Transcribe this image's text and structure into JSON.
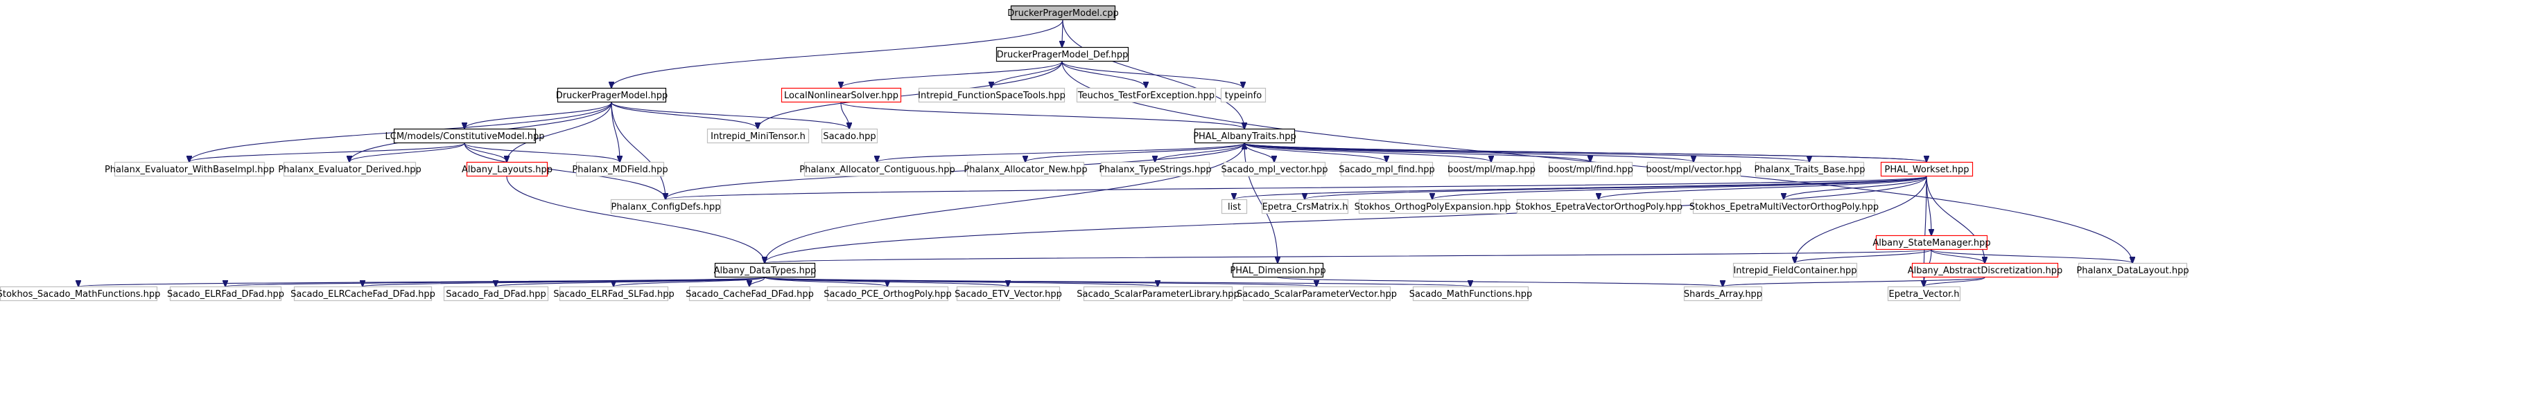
{
  "colors": {
    "edge": "#191970",
    "root_fill": "#bfbfbf",
    "documented_border": "#000000",
    "incomplete_border": "#ff0000",
    "external_border": "#bfbfbf"
  },
  "nodes": [
    {
      "id": "root",
      "label": "DruckerPragerModel.cpp",
      "style": "root"
    },
    {
      "id": "def_hpp",
      "label": "DruckerPragerModel_Def.hpp",
      "style": "doc"
    },
    {
      "id": "model_hpp",
      "label": "DruckerPragerModel.hpp",
      "style": "doc"
    },
    {
      "id": "lns",
      "label": "LocalNonlinearSolver.hpp",
      "style": "red"
    },
    {
      "id": "intrepid_fst",
      "label": "Intrepid_FunctionSpaceTools.hpp",
      "style": "ext"
    },
    {
      "id": "teuchos_tfe",
      "label": "Teuchos_TestForException.hpp",
      "style": "ext"
    },
    {
      "id": "typeinfo",
      "label": "typeinfo",
      "style": "ext"
    },
    {
      "id": "lcm_cm",
      "label": "LCM/models/ConstitutiveModel.hpp",
      "style": "doc"
    },
    {
      "id": "intrepid_mini",
      "label": "Intrepid_MiniTensor.h",
      "style": "ext"
    },
    {
      "id": "sacado_hpp",
      "label": "Sacado.hpp",
      "style": "ext"
    },
    {
      "id": "phal_traits",
      "label": "PHAL_AlbanyTraits.hpp",
      "style": "doc"
    },
    {
      "id": "pe_wbi",
      "label": "Phalanx_Evaluator_WithBaseImpl.hpp",
      "style": "ext"
    },
    {
      "id": "pe_derived",
      "label": "Phalanx_Evaluator_Derived.hpp",
      "style": "ext"
    },
    {
      "id": "albany_layouts",
      "label": "Albany_Layouts.hpp",
      "style": "red"
    },
    {
      "id": "phx_mdfield",
      "label": "Phalanx_MDField.hpp",
      "style": "ext"
    },
    {
      "id": "phx_alloc_contig",
      "label": "Phalanx_Allocator_Contiguous.hpp",
      "style": "ext"
    },
    {
      "id": "phx_alloc_new",
      "label": "Phalanx_Allocator_New.hpp",
      "style": "ext"
    },
    {
      "id": "phx_typestrings",
      "label": "Phalanx_TypeStrings.hpp",
      "style": "ext"
    },
    {
      "id": "sacado_mpl_vector",
      "label": "Sacado_mpl_vector.hpp",
      "style": "ext"
    },
    {
      "id": "sacado_mpl_find",
      "label": "Sacado_mpl_find.hpp",
      "style": "ext"
    },
    {
      "id": "boost_map",
      "label": "boost/mpl/map.hpp",
      "style": "ext"
    },
    {
      "id": "boost_find",
      "label": "boost/mpl/find.hpp",
      "style": "ext"
    },
    {
      "id": "boost_vector",
      "label": "boost/mpl/vector.hpp",
      "style": "ext"
    },
    {
      "id": "phx_traits_base",
      "label": "Phalanx_Traits_Base.hpp",
      "style": "ext"
    },
    {
      "id": "phal_workset",
      "label": "PHAL_Workset.hpp",
      "style": "red"
    },
    {
      "id": "phx_configdefs",
      "label": "Phalanx_ConfigDefs.hpp",
      "style": "ext"
    },
    {
      "id": "list",
      "label": "list",
      "style": "ext"
    },
    {
      "id": "epetra_crs",
      "label": "Epetra_CrsMatrix.h",
      "style": "ext"
    },
    {
      "id": "stokhos_ope",
      "label": "Stokhos_OrthogPolyExpansion.hpp",
      "style": "ext"
    },
    {
      "id": "stokhos_evop",
      "label": "Stokhos_EpetraVectorOrthogPoly.hpp",
      "style": "ext"
    },
    {
      "id": "stokhos_emvop",
      "label": "Stokhos_EpetraMultiVectorOrthogPoly.hpp",
      "style": "ext"
    },
    {
      "id": "albany_sm",
      "label": "Albany_StateManager.hpp",
      "style": "red"
    },
    {
      "id": "albany_dt",
      "label": "Albany_DataTypes.hpp",
      "style": "doc"
    },
    {
      "id": "phal_dim",
      "label": "PHAL_Dimension.hpp",
      "style": "doc"
    },
    {
      "id": "intrepid_fc",
      "label": "Intrepid_FieldContainer.hpp",
      "style": "ext"
    },
    {
      "id": "albany_ad",
      "label": "Albany_AbstractDiscretization.hpp",
      "style": "red"
    },
    {
      "id": "phx_datalayout",
      "label": "Phalanx_DataLayout.hpp",
      "style": "ext"
    },
    {
      "id": "stokhos_smf",
      "label": "Stokhos_Sacado_MathFunctions.hpp",
      "style": "ext"
    },
    {
      "id": "sacado_elrfad_dfad",
      "label": "Sacado_ELRFad_DFad.hpp",
      "style": "ext"
    },
    {
      "id": "sacado_elrcachefad_dfad",
      "label": "Sacado_ELRCacheFad_DFad.hpp",
      "style": "ext"
    },
    {
      "id": "sacado_fad_dfad",
      "label": "Sacado_Fad_DFad.hpp",
      "style": "ext"
    },
    {
      "id": "sacado_elrfad_slfad",
      "label": "Sacado_ELRFad_SLFad.hpp",
      "style": "ext"
    },
    {
      "id": "sacado_cachefad_dfad",
      "label": "Sacado_CacheFad_DFad.hpp",
      "style": "ext"
    },
    {
      "id": "sacado_pce",
      "label": "Sacado_PCE_OrthogPoly.hpp",
      "style": "ext"
    },
    {
      "id": "sacado_etv",
      "label": "Sacado_ETV_Vector.hpp",
      "style": "ext"
    },
    {
      "id": "sacado_spl",
      "label": "Sacado_ScalarParameterLibrary.hpp",
      "style": "ext"
    },
    {
      "id": "sacado_spv",
      "label": "Sacado_ScalarParameterVector.hpp",
      "style": "ext"
    },
    {
      "id": "sacado_mf",
      "label": "Sacado_MathFunctions.hpp",
      "style": "ext"
    },
    {
      "id": "shards_array",
      "label": "Shards_Array.hpp",
      "style": "ext"
    },
    {
      "id": "epetra_vector",
      "label": "Epetra_Vector.h",
      "style": "ext"
    }
  ],
  "edges": [
    [
      "root",
      "def_hpp"
    ],
    [
      "root",
      "model_hpp"
    ],
    [
      "root",
      "phal_traits"
    ],
    [
      "def_hpp",
      "lns"
    ],
    [
      "def_hpp",
      "intrepid_fst"
    ],
    [
      "def_hpp",
      "teuchos_tfe"
    ],
    [
      "def_hpp",
      "typeinfo"
    ],
    [
      "def_hpp",
      "intrepid_mini"
    ],
    [
      "def_hpp",
      "phx_datalayout"
    ],
    [
      "lns",
      "sacado_hpp"
    ],
    [
      "lns",
      "phal_traits"
    ],
    [
      "model_hpp",
      "lcm_cm"
    ],
    [
      "model_hpp",
      "intrepid_mini"
    ],
    [
      "model_hpp",
      "sacado_hpp"
    ],
    [
      "model_hpp",
      "pe_wbi"
    ],
    [
      "model_hpp",
      "pe_derived"
    ],
    [
      "model_hpp",
      "albany_layouts"
    ],
    [
      "model_hpp",
      "phx_mdfield"
    ],
    [
      "model_hpp",
      "phx_configdefs"
    ],
    [
      "lcm_cm",
      "pe_wbi"
    ],
    [
      "lcm_cm",
      "pe_derived"
    ],
    [
      "lcm_cm",
      "albany_layouts"
    ],
    [
      "lcm_cm",
      "phx_mdfield"
    ],
    [
      "lcm_cm",
      "phx_configdefs"
    ],
    [
      "albany_layouts",
      "albany_dt"
    ],
    [
      "phal_traits",
      "phx_configdefs"
    ],
    [
      "phal_traits",
      "phx_alloc_contig"
    ],
    [
      "phal_traits",
      "phx_alloc_new"
    ],
    [
      "phal_traits",
      "phx_typestrings"
    ],
    [
      "phal_traits",
      "sacado_mpl_vector"
    ],
    [
      "phal_traits",
      "sacado_mpl_find"
    ],
    [
      "phal_traits",
      "boost_map"
    ],
    [
      "phal_traits",
      "boost_find"
    ],
    [
      "phal_traits",
      "boost_vector"
    ],
    [
      "phal_traits",
      "phx_traits_base"
    ],
    [
      "phal_traits",
      "phal_workset"
    ],
    [
      "phal_traits",
      "albany_dt"
    ],
    [
      "phal_traits",
      "phal_dim"
    ],
    [
      "phal_workset",
      "phal_traits"
    ],
    [
      "phal_workset",
      "phx_configdefs"
    ],
    [
      "phal_workset",
      "list"
    ],
    [
      "phal_workset",
      "epetra_crs"
    ],
    [
      "phal_workset",
      "stokhos_ope"
    ],
    [
      "phal_workset",
      "stokhos_evop"
    ],
    [
      "phal_workset",
      "stokhos_emvop"
    ],
    [
      "phal_workset",
      "albany_sm"
    ],
    [
      "phal_workset",
      "albany_dt"
    ],
    [
      "phal_workset",
      "intrepid_fc"
    ],
    [
      "phal_workset",
      "albany_ad"
    ],
    [
      "phal_workset",
      "epetra_vector"
    ],
    [
      "albany_sm",
      "albany_dt"
    ],
    [
      "albany_sm",
      "intrepid_fc"
    ],
    [
      "albany_sm",
      "albany_ad"
    ],
    [
      "albany_sm",
      "phx_datalayout"
    ],
    [
      "albany_sm",
      "epetra_vector"
    ],
    [
      "albany_ad",
      "shards_array"
    ],
    [
      "albany_ad",
      "epetra_vector"
    ],
    [
      "phal_dim",
      "shards_array"
    ],
    [
      "albany_dt",
      "stokhos_smf"
    ],
    [
      "albany_dt",
      "sacado_elrfad_dfad"
    ],
    [
      "albany_dt",
      "sacado_elrcachefad_dfad"
    ],
    [
      "albany_dt",
      "sacado_fad_dfad"
    ],
    [
      "albany_dt",
      "sacado_elrfad_slfad"
    ],
    [
      "albany_dt",
      "sacado_cachefad_dfad"
    ],
    [
      "albany_dt",
      "sacado_pce"
    ],
    [
      "albany_dt",
      "sacado_etv"
    ],
    [
      "albany_dt",
      "sacado_spl"
    ],
    [
      "albany_dt",
      "sacado_spv"
    ],
    [
      "albany_dt",
      "sacado_mf"
    ]
  ]
}
